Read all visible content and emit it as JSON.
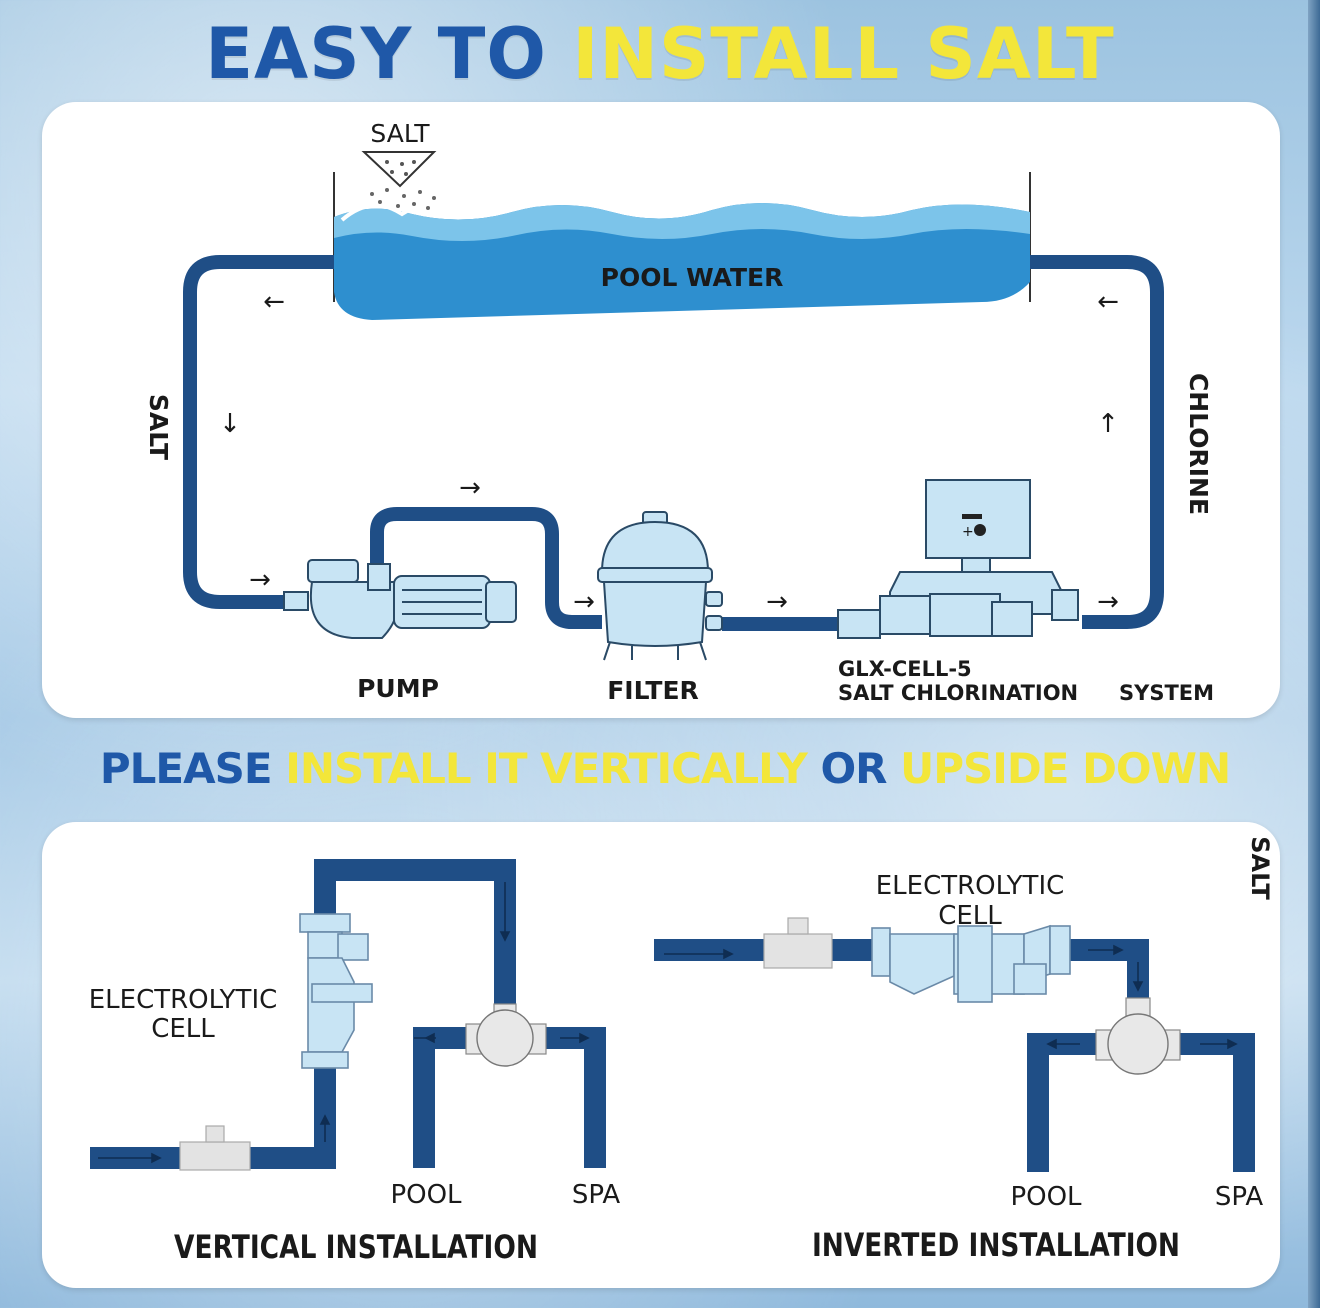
{
  "title": {
    "part1": "EASY TO",
    "part2": "INSTALL SALT"
  },
  "subtitle": {
    "part1": "PLEASE",
    "part2": "INSTALL IT VERTICALLY",
    "part3": "OR",
    "part4": "UPSIDE DOWN"
  },
  "top_diagram": {
    "salt_top": "SALT",
    "pool_water": "POOL WATER",
    "left_side": "SALT",
    "right_side": "CHLORINE",
    "pump": "PUMP",
    "filter": "FILTER",
    "cell_line1": "GLX-CELL-5",
    "cell_line2": "SALT CHLORINATION",
    "cell_line3": "SYSTEM"
  },
  "bottom_diagram": {
    "left": {
      "cell_line1": "ELECTROLYTIC",
      "cell_line2": "CELL",
      "pool": "POOL",
      "spa": "SPA",
      "caption": "VERTICAL INSTALLATION"
    },
    "right": {
      "cell_line1": "ELECTROLYTIC",
      "cell_line2": "CELL",
      "pool": "POOL",
      "spa": "SPA",
      "caption": "INVERTED INSTALLATION"
    },
    "corner": "SALT"
  },
  "colors": {
    "pipe": "#1f4e86",
    "water": "#2e8fcf",
    "water_light": "#7cc4ea",
    "equipment": "#c8e4f4",
    "title_blue": "#1f58a8",
    "title_yellow": "#f3e63a"
  }
}
